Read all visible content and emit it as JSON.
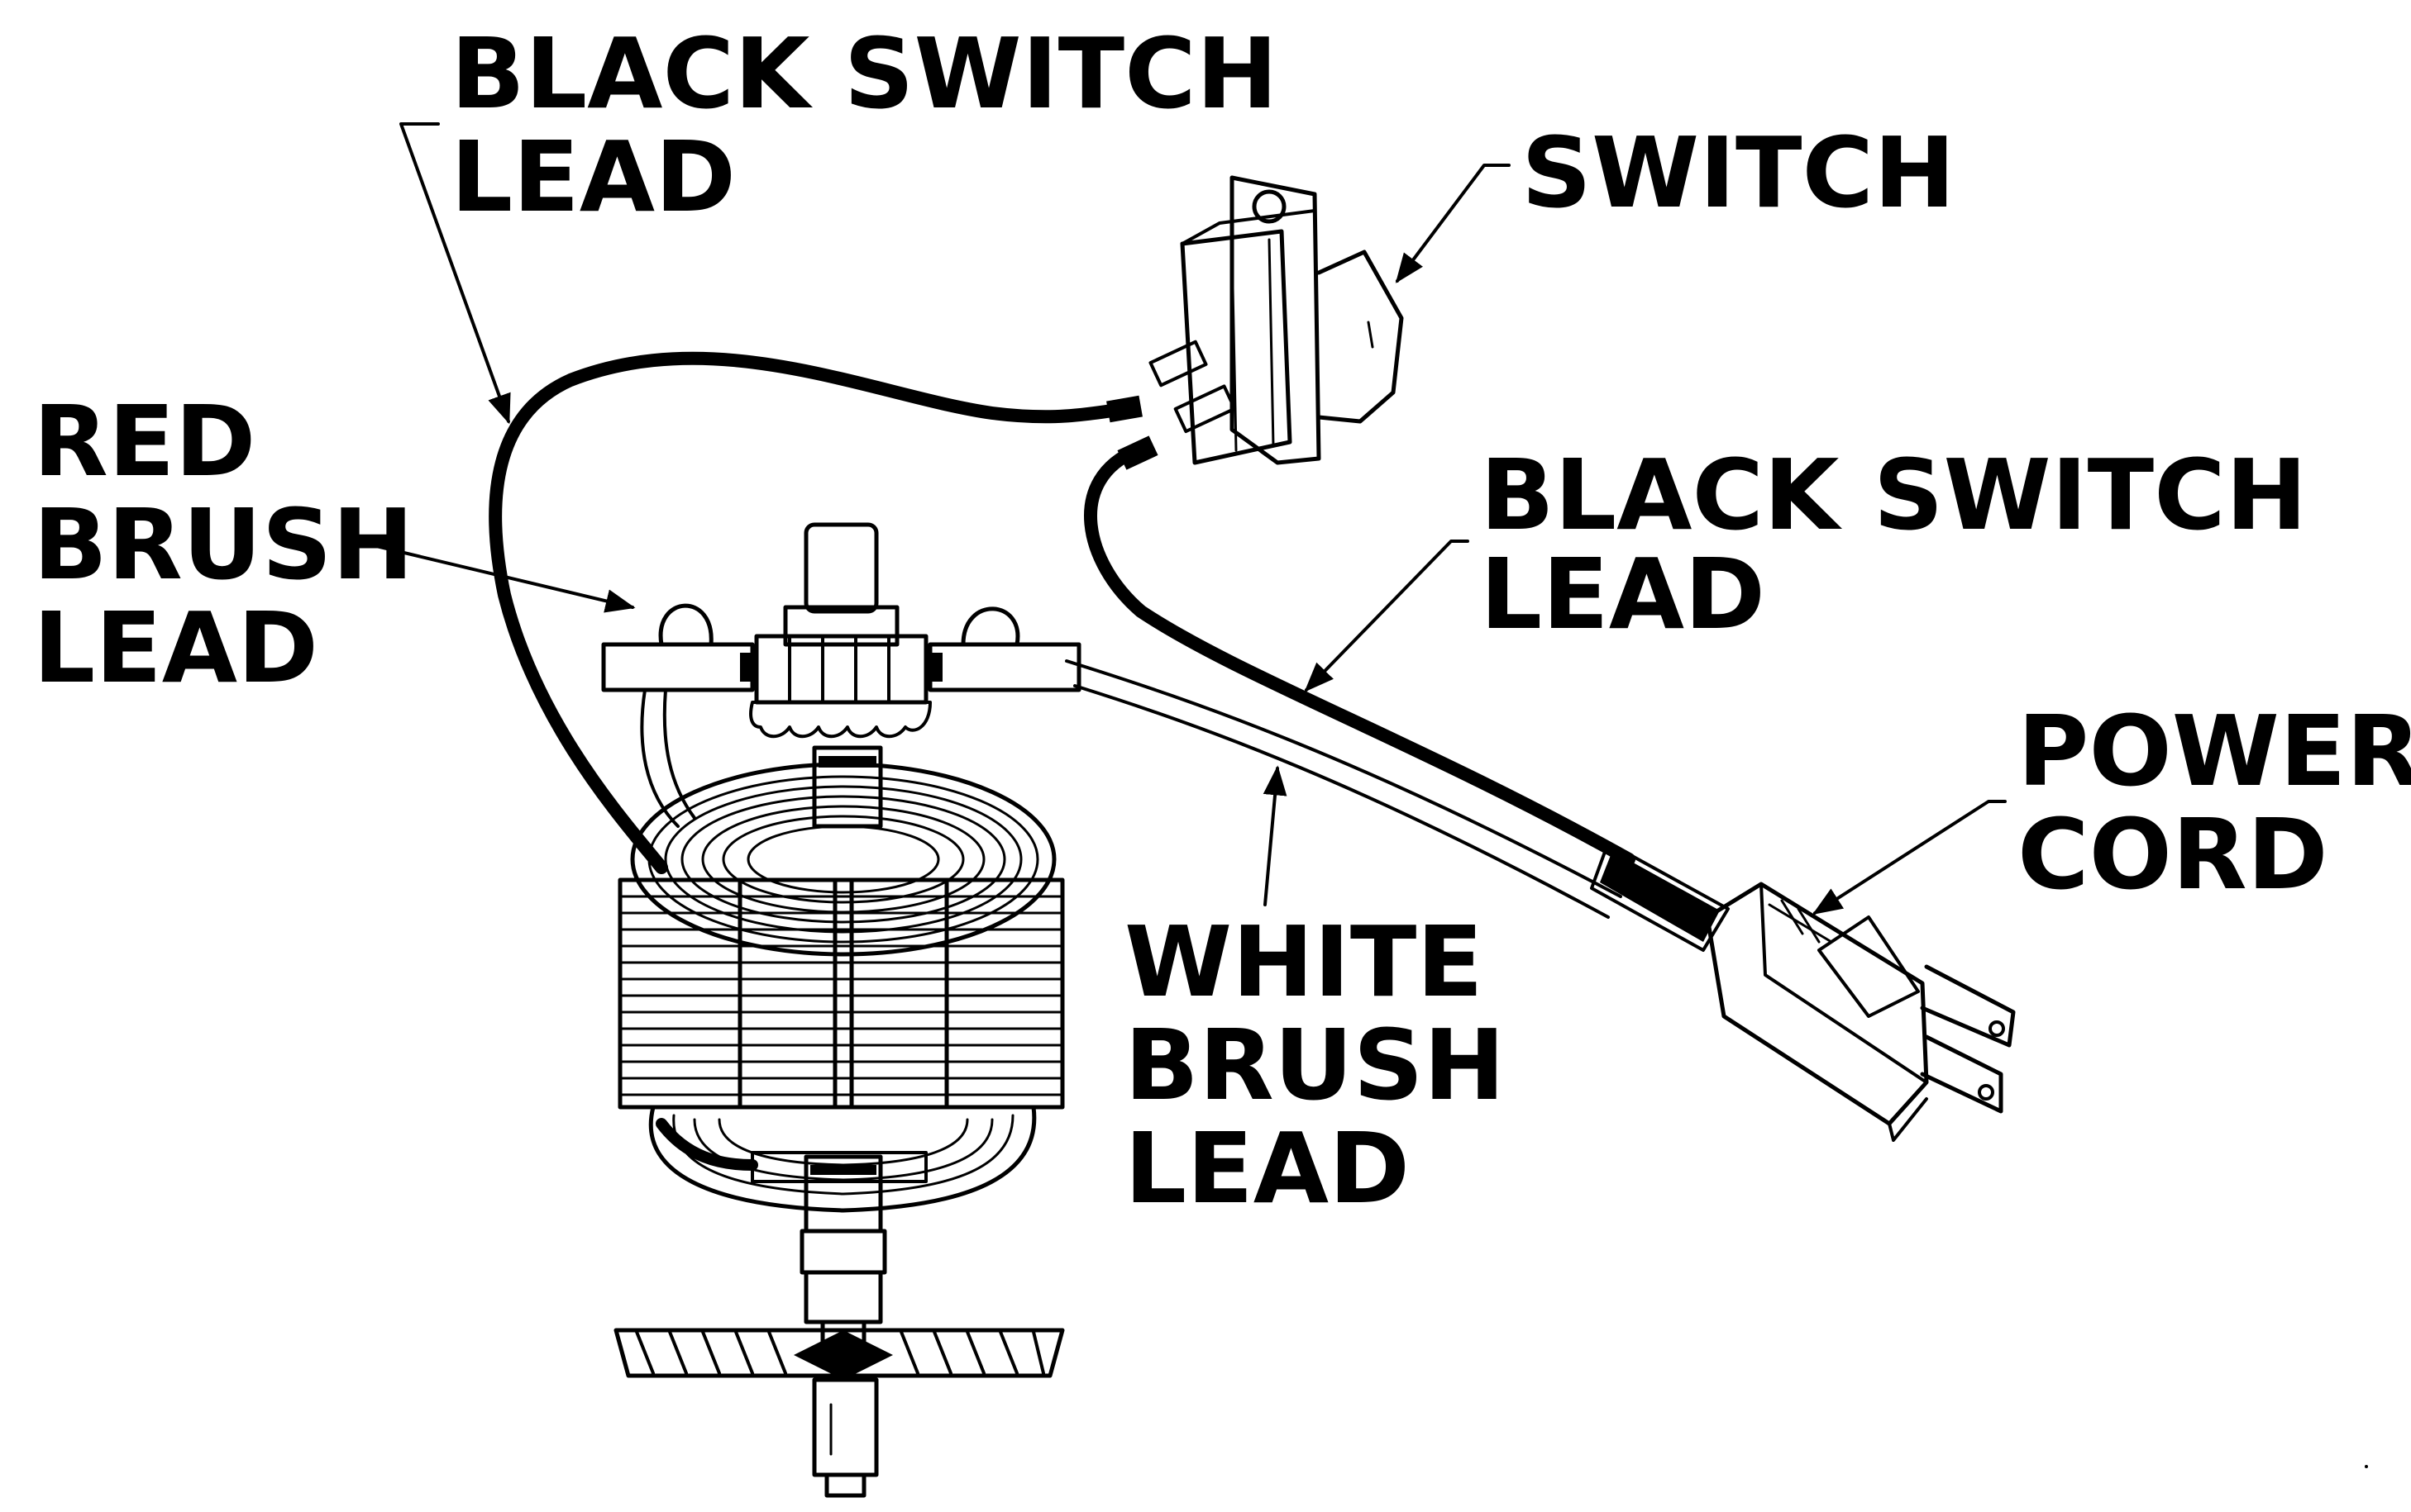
{
  "labels": {
    "black_switch_lead_top": [
      "BLACK SWITCH",
      "LEAD"
    ],
    "switch": "SWITCH",
    "red_brush_lead": [
      "RED",
      "BRUSH",
      "LEAD"
    ],
    "black_switch_lead_right": [
      "BLACK SWITCH",
      "LEAD"
    ],
    "power_cord": [
      "POWER",
      "CORD"
    ],
    "white_brush_lead": [
      "WHITE",
      "BRUSH",
      "LEAD"
    ]
  }
}
